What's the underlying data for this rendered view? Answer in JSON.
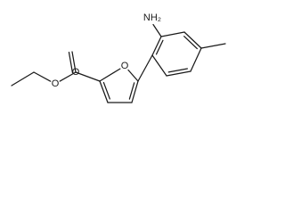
{
  "structure": {
    "atoms": [
      {
        "id": "a1",
        "el": "C"
      },
      {
        "id": "a2",
        "el": "C"
      },
      {
        "id": "a3",
        "el": "O",
        "label": "O"
      },
      {
        "id": "a4",
        "el": "C"
      },
      {
        "id": "a5",
        "el": "C"
      },
      {
        "id": "a6",
        "el": "O",
        "label": "O"
      },
      {
        "id": "a7",
        "el": "C"
      },
      {
        "id": "a8",
        "el": "C"
      },
      {
        "id": "a9",
        "el": "C"
      },
      {
        "id": "a10",
        "el": "O",
        "label": "O"
      },
      {
        "id": "a11",
        "el": "C"
      },
      {
        "id": "a12",
        "el": "C"
      },
      {
        "id": "a13",
        "el": "C"
      },
      {
        "id": "a14",
        "el": "C"
      },
      {
        "id": "a15",
        "el": "N",
        "label": "NH₂"
      },
      {
        "id": "a16",
        "el": "C"
      },
      {
        "id": "a17",
        "el": "C"
      },
      {
        "id": "a18",
        "el": "C"
      },
      {
        "id": "a19",
        "el": "C"
      },
      {
        "id": "a20",
        "el": "C"
      }
    ],
    "bonds": [
      {
        "a": "a1",
        "b": "a2",
        "order": 1
      },
      {
        "a": "a2",
        "b": "a3",
        "order": 1
      },
      {
        "a": "a3",
        "b": "a4",
        "order": 1
      },
      {
        "a": "a4",
        "b": "a5",
        "order": 2
      },
      {
        "a": "a4",
        "b": "a7",
        "order": 1
      },
      {
        "a": "a7",
        "b": "a8",
        "order": 2
      },
      {
        "a": "a8",
        "b": "a9",
        "order": 1
      },
      {
        "a": "a9",
        "b": "a11",
        "order": 2
      },
      {
        "a": "a11",
        "b": "a10",
        "order": 1
      },
      {
        "a": "a10",
        "b": "a7",
        "order": 1
      },
      {
        "a": "a11",
        "b": "a12",
        "order": 1
      },
      {
        "a": "a12",
        "b": "a13",
        "order": 2
      },
      {
        "a": "a13",
        "b": "a14",
        "order": 1
      },
      {
        "a": "a14",
        "b": "a16",
        "order": 2
      },
      {
        "a": "a16",
        "b": "a17",
        "order": 1
      },
      {
        "a": "a17",
        "b": "a18",
        "order": 2
      },
      {
        "a": "a18",
        "b": "a19",
        "order": 1
      },
      {
        "a": "a19",
        "b": "a12",
        "order": 1
      },
      {
        "a": "a13",
        "b": "a15",
        "order": 1
      },
      {
        "a": "a16",
        "b": "a20",
        "order": 1
      }
    ]
  }
}
